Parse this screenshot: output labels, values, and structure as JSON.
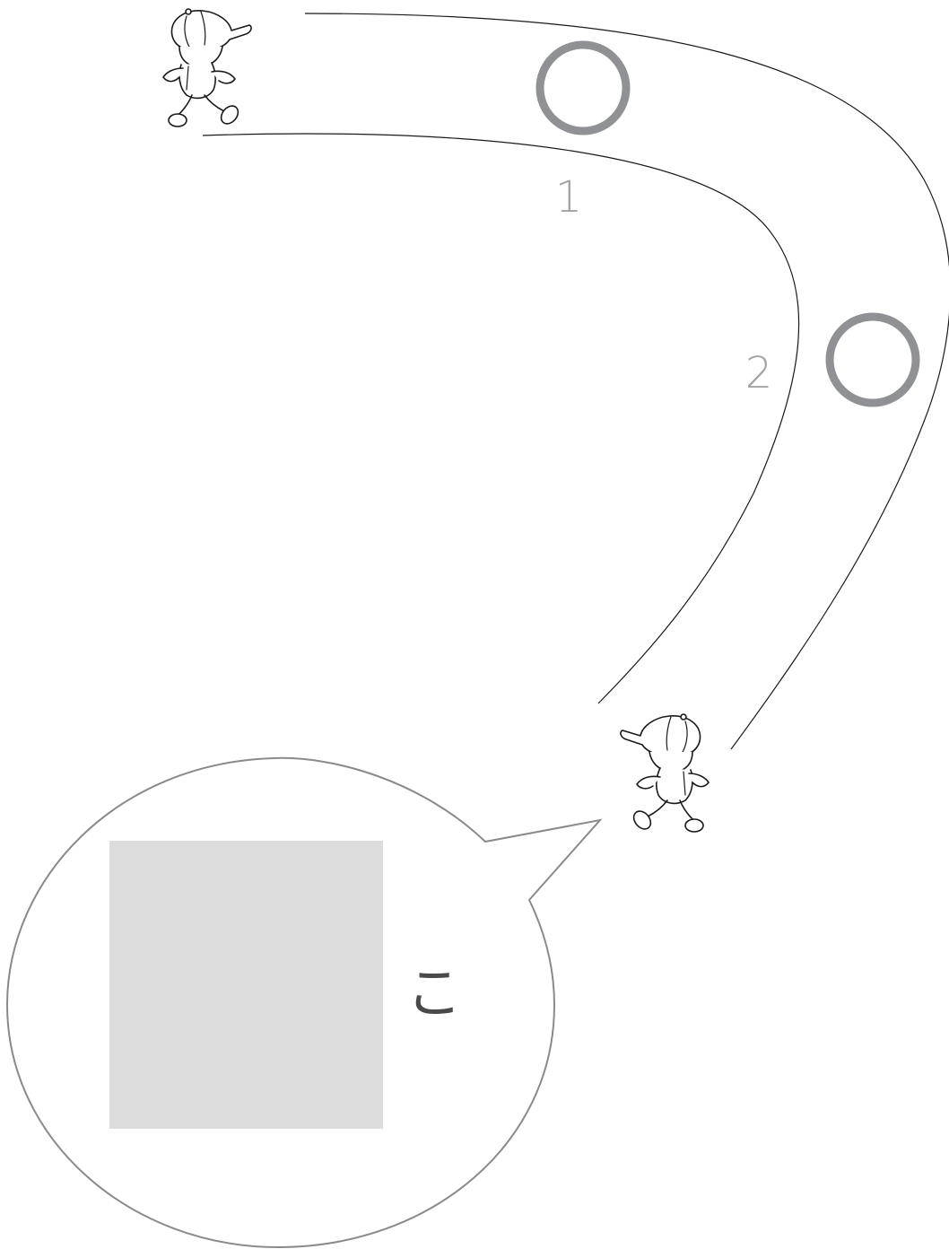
{
  "markers": [
    {
      "id": "1",
      "label": "1",
      "symbol": "circle-icon"
    },
    {
      "id": "2",
      "label": "2",
      "symbol": "circle-icon"
    }
  ],
  "bubble": {
    "text": "こ",
    "blank_box": "answer-blank"
  },
  "colors": {
    "ring": "#8f9194",
    "digit": "#a3a3a3",
    "blank": "#dcdcdc",
    "bubble_border": "#8a8a8a",
    "line": "#1a1a1a"
  }
}
